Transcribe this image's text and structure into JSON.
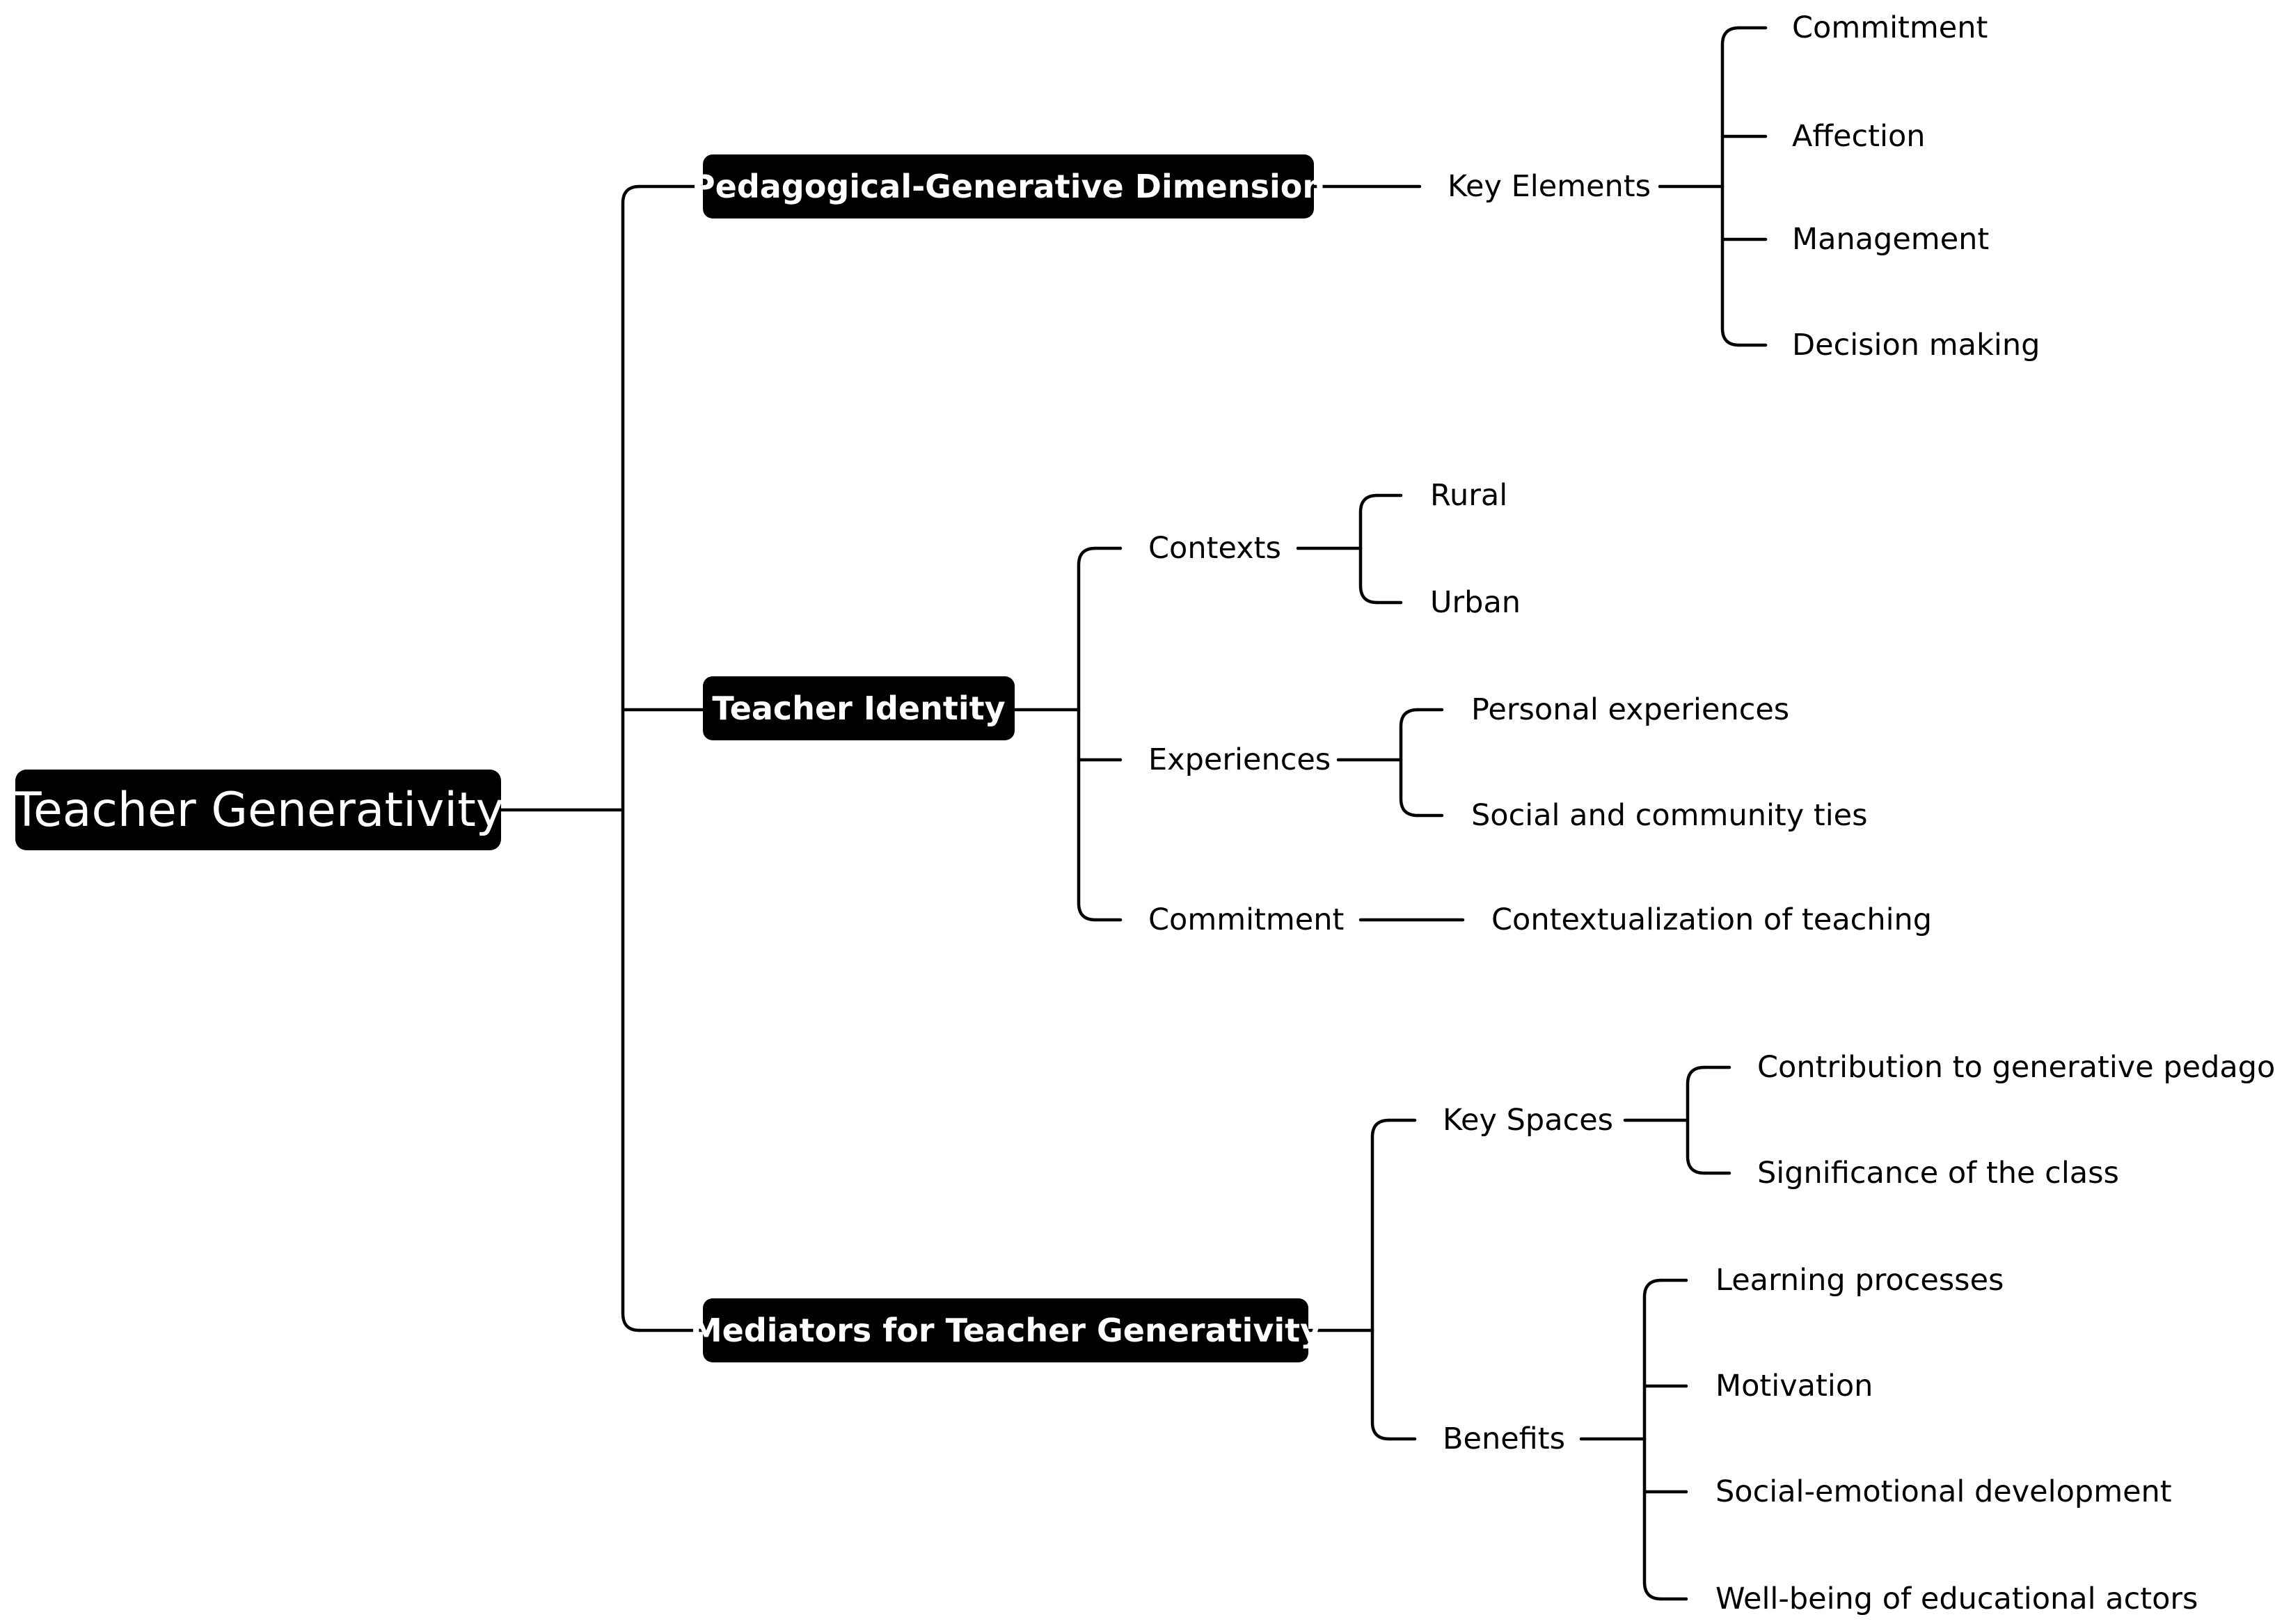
{
  "root": {
    "label": "Teacher Generativity"
  },
  "branches": [
    {
      "label": "Pedagogical-Generative Dimension",
      "children": [
        {
          "label": "Key Elements",
          "children": [
            "Commitment",
            "Affection",
            "Management",
            "Decision making"
          ]
        }
      ]
    },
    {
      "label": "Teacher Identity",
      "children": [
        {
          "label": "Contexts",
          "children": [
            "Rural",
            "Urban"
          ]
        },
        {
          "label": "Experiences",
          "children": [
            "Personal experiences",
            "Social and community ties"
          ]
        },
        {
          "label": "Commitment",
          "children": [
            "Contextualization of teaching"
          ]
        }
      ]
    },
    {
      "label": "Mediators for Teacher Generativity",
      "children": [
        {
          "label": "Key Spaces",
          "children": [
            "Contribution to generative pedagogy",
            "Significance of the class"
          ]
        },
        {
          "label": "Benefits",
          "children": [
            "Learning processes",
            "Motivation",
            "Social-emotional development",
            "Well-being of educational actors"
          ]
        }
      ]
    }
  ]
}
